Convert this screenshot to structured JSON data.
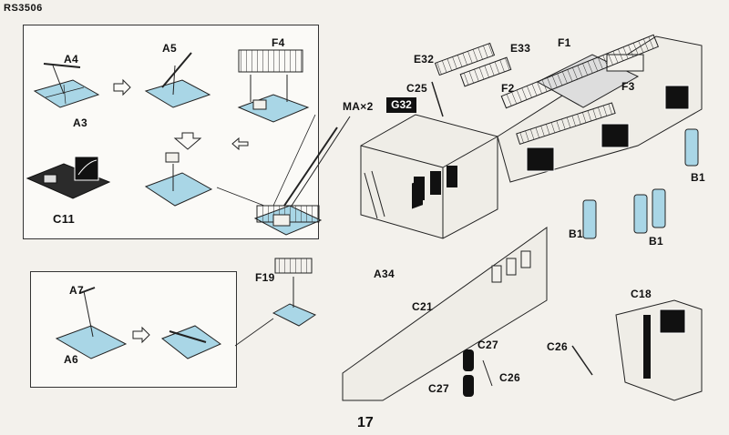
{
  "header": {
    "model_code": "RS3506"
  },
  "page": {
    "number": "17"
  },
  "box_top": {
    "labels": {
      "a4": "A4",
      "a5": "A5",
      "f4": "F4",
      "a3": "A3",
      "c11": "C11"
    }
  },
  "box_bottom": {
    "labels": {
      "a7": "A7",
      "a6": "A6"
    }
  },
  "main": {
    "labels": {
      "e32": "E32",
      "e33": "E33",
      "f1": "F1",
      "c25": "C25",
      "f2": "F2",
      "f3": "F3",
      "ma2": "MA×2",
      "g32": "G32",
      "b1_right": "B1",
      "b1_mid": "B1",
      "b1_lower": "B1",
      "f19": "F19",
      "a34": "A34",
      "c21": "C21",
      "c18": "C18",
      "c27_top": "C27",
      "c26_mid": "C26",
      "c26_right": "C26",
      "c27_bottom": "C27"
    }
  },
  "colors": {
    "part_blue": "#a9d6e6",
    "line": "#222222",
    "sheet": "#f3f1ec",
    "photo_etch": "#111111"
  }
}
